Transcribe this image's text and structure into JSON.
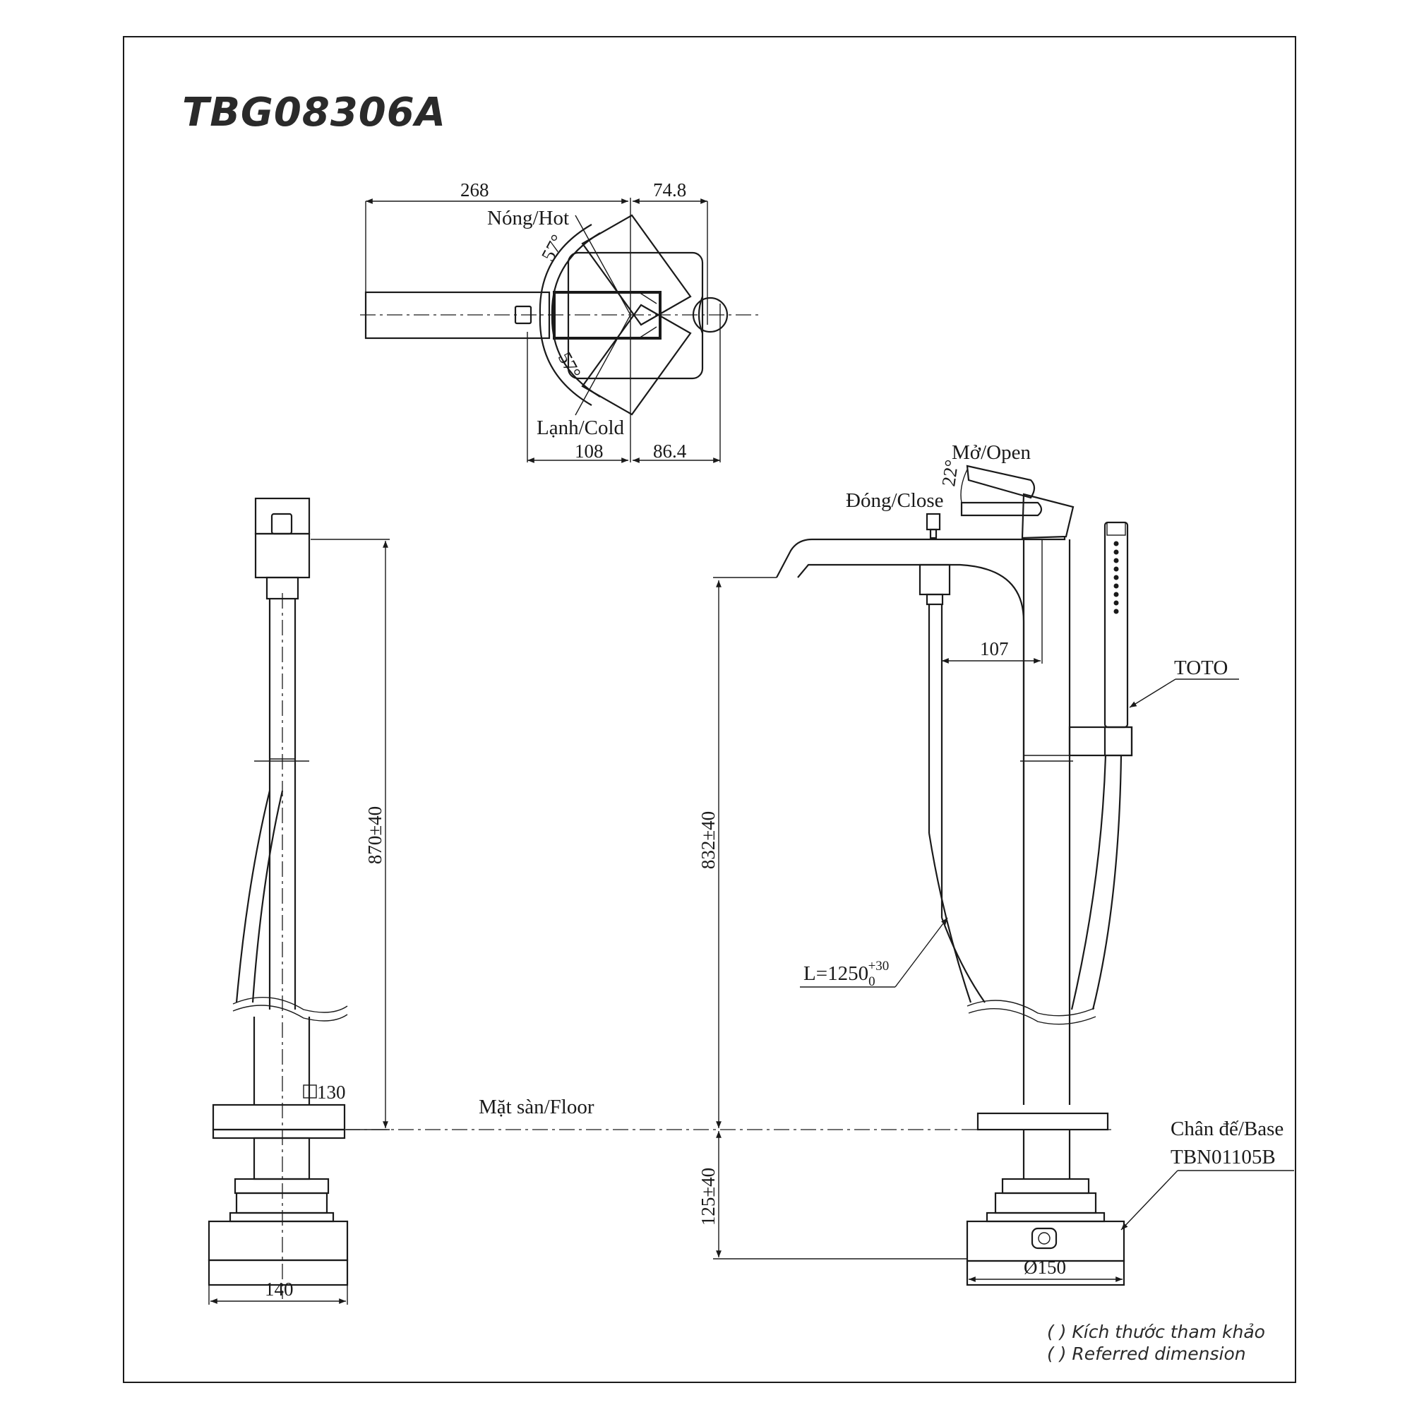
{
  "title": "TBG08306A",
  "top_view": {
    "dim_top_left": "268",
    "dim_top_right": "74.8",
    "label_hot": "Nóng/Hot",
    "label_cold": "Lạnh/Cold",
    "angle_hot": "57°",
    "angle_cold": "57°",
    "dim_bottom_left": "108",
    "dim_bottom_right": "86.4"
  },
  "left_view": {
    "dim_height": "870±40",
    "dim_square": "130",
    "dim_base_width": "140"
  },
  "floor_label": "Mặt sàn/Floor",
  "right_view": {
    "label_open": "Mở/Open",
    "label_close": "Đóng/Close",
    "angle_lever": "22°",
    "dim_107": "107",
    "brand_label": "TOTO",
    "dim_height": "832±40",
    "hose_length_main": "L=1250",
    "hose_length_sub": "0",
    "hose_length_sup": "+30",
    "base_label": "Chân đế/Base",
    "base_model": "TBN01105B",
    "dim_below_floor": "125±40",
    "dim_base_diameter": "Ø150"
  },
  "notes": {
    "line1": "( ) Kích thước tham khảo",
    "line2": "( ) Referred dimension"
  }
}
